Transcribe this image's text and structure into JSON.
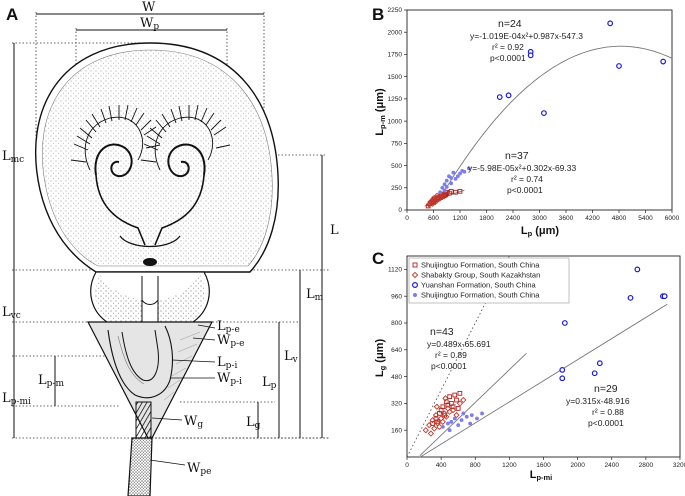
{
  "panels": {
    "a": "A",
    "b": "B",
    "c": "C"
  },
  "morphology": {
    "labels": {
      "W": "W",
      "Wp": "W",
      "Wp_sub": "p",
      "Lmc": "L",
      "Lmc_sub": "mc",
      "Lvc": "L",
      "Lvc_sub": "vc",
      "Lpmi": "L",
      "Lpmi_sub": "p-mi",
      "Lpm": "L",
      "Lpm_sub": "p-m",
      "L": "L",
      "Lm": "L",
      "Lm_sub": "m",
      "Lv": "L",
      "Lv_sub": "v",
      "Lp": "L",
      "Lp_sub": "p",
      "Lg": "L",
      "Lg_sub": "g",
      "Lpe": "L",
      "Lpe_sub": "p-e",
      "Wpe_top": "W",
      "Wpe_top_sub": "p-e",
      "Lpi": "L",
      "Lpi_sub": "p-i",
      "Wpi": "W",
      "Wpi_sub": "p-i",
      "Wg": "W",
      "Wg_sub": "g",
      "Wpe": "W",
      "Wpe_sub": "pe"
    }
  },
  "chart_data": [
    {
      "panel": "B",
      "type": "scatter",
      "xlabel": "L",
      "xlabel_sub": "p",
      "xlabel_unit": " (μm)",
      "ylabel": "L",
      "ylabel_sub": "p-m",
      "ylabel_unit": " (μm)",
      "xlim": [
        0,
        6000
      ],
      "ylim": [
        0,
        2250
      ],
      "xticks": [
        0,
        600,
        1200,
        1800,
        2400,
        3000,
        3600,
        4200,
        4800,
        5400,
        6000
      ],
      "yticks": [
        0,
        250,
        500,
        750,
        1000,
        1250,
        1500,
        1750,
        2000,
        2250
      ],
      "grid": false,
      "series": [
        {
          "marker": "open-square",
          "color": "#b22222",
          "points": [
            [
              480,
              45
            ],
            [
              520,
              70
            ],
            [
              560,
              85
            ],
            [
              600,
              95
            ],
            [
              640,
              100
            ],
            [
              680,
              115
            ],
            [
              720,
              130
            ],
            [
              760,
              140
            ],
            [
              800,
              150
            ],
            [
              840,
              160
            ],
            [
              880,
              170
            ],
            [
              620,
              120
            ],
            [
              700,
              140
            ],
            [
              780,
              165
            ],
            [
              860,
              180
            ],
            [
              900,
              200
            ],
            [
              960,
              190
            ],
            [
              1000,
              210
            ],
            [
              1100,
              200
            ],
            [
              1200,
              210
            ]
          ]
        },
        {
          "marker": "open-diamond",
          "color": "#c0392b",
          "points": [
            [
              500,
              60
            ],
            [
              560,
              80
            ],
            [
              620,
              110
            ],
            [
              660,
              125
            ],
            [
              740,
              150
            ],
            [
              820,
              170
            ],
            [
              700,
              120
            ],
            [
              780,
              145
            ],
            [
              540,
              95
            ],
            [
              600,
              130
            ],
            [
              680,
              160
            ],
            [
              760,
              175
            ],
            [
              840,
              190
            ],
            [
              580,
              70
            ],
            [
              640,
              90
            ]
          ]
        },
        {
          "marker": "open-circle",
          "color": "#1a1adc",
          "points": [
            [
              2100,
              1270
            ],
            [
              2300,
              1290
            ],
            [
              2800,
              1780
            ],
            [
              2800,
              1740
            ],
            [
              3100,
              1090
            ],
            [
              4600,
              2100
            ],
            [
              4800,
              1620
            ],
            [
              5800,
              1670
            ]
          ]
        },
        {
          "marker": "filled-circle",
          "color": "#7d7df0",
          "points": [
            [
              750,
              200
            ],
            [
              800,
              250
            ],
            [
              850,
              290
            ],
            [
              900,
              330
            ],
            [
              950,
              380
            ],
            [
              1000,
              300
            ],
            [
              1050,
              420
            ],
            [
              1100,
              350
            ],
            [
              1200,
              410
            ],
            [
              1300,
              430
            ],
            [
              1400,
              470
            ],
            [
              900,
              260
            ],
            [
              1000,
              360
            ],
            [
              1150,
              380
            ],
            [
              1250,
              440
            ],
            [
              850,
              220
            ]
          ]
        }
      ],
      "fits": [
        {
          "equation": "y=-1.019E-04x²+0.987x-547.3",
          "r2": "r² = 0.92",
          "p": "p<0.0001",
          "n": "n=24",
          "a": -0.0001019,
          "b": 0.987,
          "c": -547.3,
          "xrange": [
            800,
            6000
          ]
        },
        {
          "equation": "y=-5.98E-05x²+0.302x-69.33",
          "r2": "r² = 0.74",
          "p": "p<0.0001",
          "n": "n=37",
          "a": -5.98e-05,
          "b": 0.302,
          "c": -69.33,
          "xrange": [
            400,
            1300
          ]
        }
      ]
    },
    {
      "panel": "C",
      "type": "scatter",
      "xlabel": "L",
      "xlabel_sub": "p-mi",
      "xlabel_unit": "",
      "ylabel": "L",
      "ylabel_sub": "g",
      "ylabel_unit": " (μm)",
      "xlim": [
        0,
        3200
      ],
      "ylim": [
        0,
        1200
      ],
      "xticks": [
        0,
        400,
        800,
        1200,
        1600,
        2000,
        2400,
        2800,
        3200
      ],
      "yticks": [
        160,
        320,
        480,
        640,
        800,
        960,
        1120
      ],
      "grid": false,
      "legend": {
        "placement": "top-left",
        "entries": [
          {
            "label": "Shuijingtuo Formation, South China",
            "marker": "open-square",
            "color": "#b22222"
          },
          {
            "label": "Shabakty Group, South Kazakhstan",
            "marker": "open-diamond",
            "color": "#c0392b"
          },
          {
            "label": "Yuanshan Formation, South China",
            "marker": "open-circle",
            "color": "#1a1adc"
          },
          {
            "label": "Shuijingtuo Formation, South China",
            "marker": "filled-circle",
            "color": "#7d7df0"
          }
        ]
      },
      "series": [
        {
          "marker": "open-square",
          "color": "#b22222",
          "points": [
            [
              300,
              200
            ],
            [
              340,
              230
            ],
            [
              380,
              260
            ],
            [
              420,
              300
            ],
            [
              460,
              330
            ],
            [
              500,
              360
            ],
            [
              540,
              300
            ],
            [
              580,
              340
            ],
            [
              620,
              380
            ],
            [
              400,
              280
            ],
            [
              440,
              250
            ],
            [
              480,
              310
            ],
            [
              360,
              210
            ],
            [
              520,
              320
            ],
            [
              560,
              370
            ],
            [
              600,
              290
            ]
          ]
        },
        {
          "marker": "open-diamond",
          "color": "#c0392b",
          "points": [
            [
              220,
              160
            ],
            [
              260,
              190
            ],
            [
              300,
              220
            ],
            [
              340,
              250
            ],
            [
              380,
              180
            ],
            [
              420,
              210
            ],
            [
              460,
              240
            ],
            [
              500,
              270
            ],
            [
              280,
              140
            ],
            [
              320,
              170
            ],
            [
              360,
              200
            ],
            [
              400,
              230
            ],
            [
              440,
              260
            ],
            [
              480,
              290
            ],
            [
              540,
              280
            ],
            [
              580,
              250
            ],
            [
              620,
              320
            ],
            [
              660,
              340
            ],
            [
              350,
              300
            ],
            [
              450,
              350
            ]
          ]
        },
        {
          "marker": "open-circle",
          "color": "#1a1adc",
          "points": [
            [
              1820,
              520
            ],
            [
              1820,
              470
            ],
            [
              2200,
              500
            ],
            [
              2260,
              560
            ],
            [
              1850,
              800
            ],
            [
              2620,
              950
            ],
            [
              2700,
              1120
            ],
            [
              3000,
              960
            ],
            [
              3020,
              960
            ]
          ]
        },
        {
          "marker": "filled-circle",
          "color": "#7d7df0",
          "points": [
            [
              420,
              180
            ],
            [
              480,
              200
            ],
            [
              520,
              210
            ],
            [
              560,
              230
            ],
            [
              600,
              190
            ],
            [
              640,
              220
            ],
            [
              700,
              240
            ],
            [
              760,
              250
            ],
            [
              820,
              230
            ],
            [
              880,
              260
            ],
            [
              500,
              160
            ],
            [
              660,
              260
            ],
            [
              740,
              200
            ]
          ]
        }
      ],
      "fits": [
        {
          "equation": "y=0.489x-65.691",
          "r2": "r² = 0.89",
          "p": "p<0.0001",
          "n": "n=43",
          "a": 0,
          "b": 0.489,
          "c": -65.691,
          "xrange": [
            150,
            1400
          ]
        },
        {
          "equation": "y=0.315x-48.916",
          "r2": "r² = 0.88",
          "p": "p<0.0001",
          "n": "n=29",
          "a": 0,
          "b": 0.315,
          "c": -48.916,
          "xrange": [
            150,
            3050
          ]
        }
      ],
      "reference_line": "dotted 1:1"
    }
  ]
}
